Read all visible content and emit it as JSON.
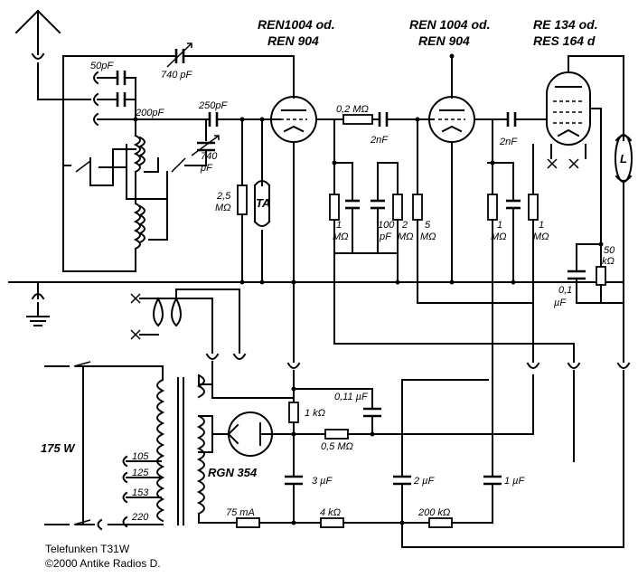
{
  "tubes": {
    "t1": {
      "line1": "REN1004 od.",
      "line2": "REN 904"
    },
    "t2": {
      "line1": "REN 1004 od.",
      "line2": "REN 904"
    },
    "t3": {
      "line1": "RE 134 od.",
      "line2": "RES 164 d"
    },
    "rectifier": "RGN 354"
  },
  "components": {
    "c_50p": "50pF",
    "c_740p_var": "740 pF",
    "c_200p": "200pF",
    "c_250p": "250pF",
    "c_740p_b1": "740",
    "c_740p_b2": "pF",
    "r_2m5_a": "2,5",
    "r_2m5_b": "MΩ",
    "ta": "TA",
    "r_02m": "0,2 MΩ",
    "c_2n_a": "2nF",
    "r_1m_a1": "1",
    "r_1m_a2": "MΩ",
    "c_100p_a": "100",
    "c_100p_b": "pF",
    "r_2m_a": "2",
    "r_2m_b": "MΩ",
    "r_5m_a": "5",
    "r_5m_b": "MΩ",
    "c_2n_b": "2nF",
    "r_1m_b1": "1",
    "r_1m_b2": "MΩ",
    "r_1m_c1": "1",
    "r_1m_c2": "MΩ",
    "l_spk": "L",
    "r_50k_a": "50",
    "r_50k_b": "kΩ",
    "c_01u_a": "0,1",
    "c_01u_b": "µF",
    "c_011u": "0,11 µF",
    "r_1k": "1 kΩ",
    "r_05m": "0,5 MΩ",
    "c_3u": "3 µF",
    "c_2u": "2 µF",
    "c_1u": "1 µF",
    "r_75ma": "75 mA",
    "r_4k": "4 kΩ",
    "r_200k": "200 kΩ"
  },
  "mains": {
    "power": "175 W",
    "taps": [
      "105",
      "125",
      "153",
      "220"
    ]
  },
  "footer": {
    "line1": "Telefunken T31W",
    "line2": "©2000 Antike Radios D."
  }
}
